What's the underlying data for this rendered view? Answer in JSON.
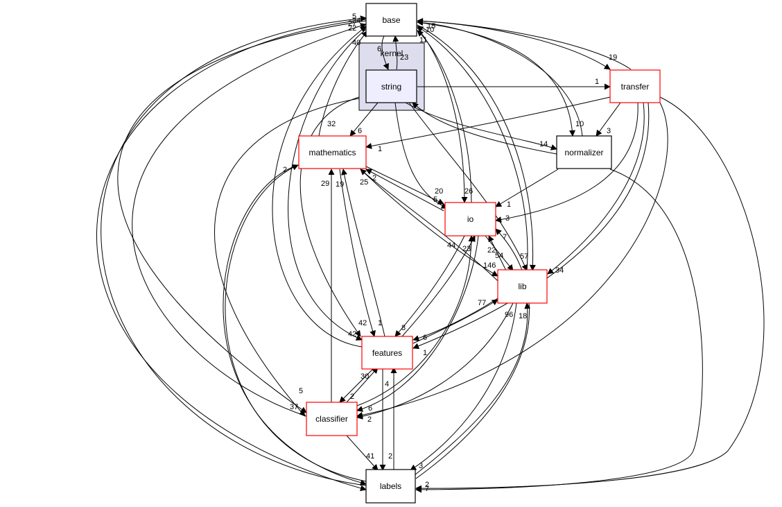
{
  "cluster": {
    "label": "kernel"
  },
  "nodes": [
    {
      "id": "base",
      "label": "base",
      "border": "#000000",
      "fill": "#ffffff"
    },
    {
      "id": "string",
      "label": "string",
      "border": "#000000",
      "fill": "#eeeeff"
    },
    {
      "id": "transfer",
      "label": "transfer",
      "border": "#ff0000",
      "fill": "#ffffff"
    },
    {
      "id": "mathematics",
      "label": "mathematics",
      "border": "#ff0000",
      "fill": "#ffffff"
    },
    {
      "id": "normalizer",
      "label": "normalizer",
      "border": "#000000",
      "fill": "#ffffff"
    },
    {
      "id": "io",
      "label": "io",
      "border": "#ff0000",
      "fill": "#ffffff"
    },
    {
      "id": "lib",
      "label": "lib",
      "border": "#ff0000",
      "fill": "#ffffff"
    },
    {
      "id": "features",
      "label": "features",
      "border": "#ff0000",
      "fill": "#ffffff"
    },
    {
      "id": "classifier",
      "label": "classifier",
      "border": "#ff0000",
      "fill": "#ffffff"
    },
    {
      "id": "labels",
      "label": "labels",
      "border": "#000000",
      "fill": "#ffffff"
    }
  ],
  "edge_labels": [
    "5",
    "27",
    "22",
    "24",
    "40",
    "6",
    "23",
    "11",
    "10",
    "15",
    "19",
    "1",
    "32",
    "6",
    "1",
    "3",
    "10",
    "14",
    "2",
    "29",
    "19",
    "25",
    "2",
    "20",
    "5",
    "26",
    "1",
    "3",
    "7",
    "44",
    "23",
    "22",
    "54",
    "146",
    "57",
    "34",
    "77",
    "96",
    "18",
    "42",
    "1",
    "8",
    "42",
    "6",
    "1",
    "30",
    "2",
    "4",
    "5",
    "37",
    "6",
    "2",
    "41",
    "2",
    "3",
    "2",
    "7"
  ]
}
